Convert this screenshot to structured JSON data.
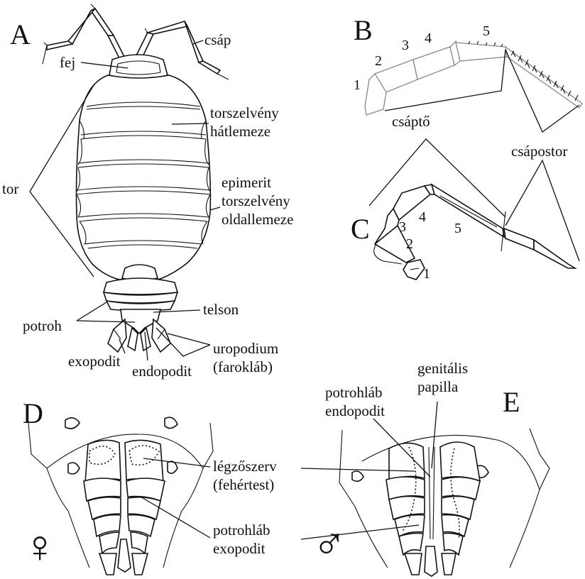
{
  "panels": {
    "a": "A",
    "b": "B",
    "c": "C",
    "d": "D",
    "e": "E"
  },
  "labels": {
    "csap": "csáp",
    "fej": "fej",
    "tor": "tor",
    "torszelveny_1": "torszelvény",
    "torszelveny_2": "hátlemeze",
    "epimerit_1": "epimerit",
    "epimerit_2": "torszelvény",
    "epimerit_3": "oldallemeze",
    "potroh": "potroh",
    "telson": "telson",
    "exopodit": "exopodit",
    "endopodit": "endopodit",
    "uropodium_1": "uropodium",
    "uropodium_2": "(farokláb)",
    "csapto": "csáptő",
    "csapostor": "csápostor",
    "legzoszerv_1": "légzőszerv",
    "legzoszerv_2": "(fehértest)",
    "potrohlab_exo_1": "potrohláb",
    "potrohlab_exo_2": "exopodit",
    "potrohlab_endo_1": "potrohláb",
    "potrohlab_endo_2": "endopodit",
    "genitalis_1": "genitális",
    "genitalis_2": "papilla"
  },
  "segment_numbers": {
    "b": [
      "1",
      "2",
      "3",
      "4",
      "5"
    ],
    "c": [
      "1",
      "2",
      "3",
      "4",
      "5"
    ]
  },
  "symbols": {
    "female": "♀",
    "male": "♂"
  }
}
